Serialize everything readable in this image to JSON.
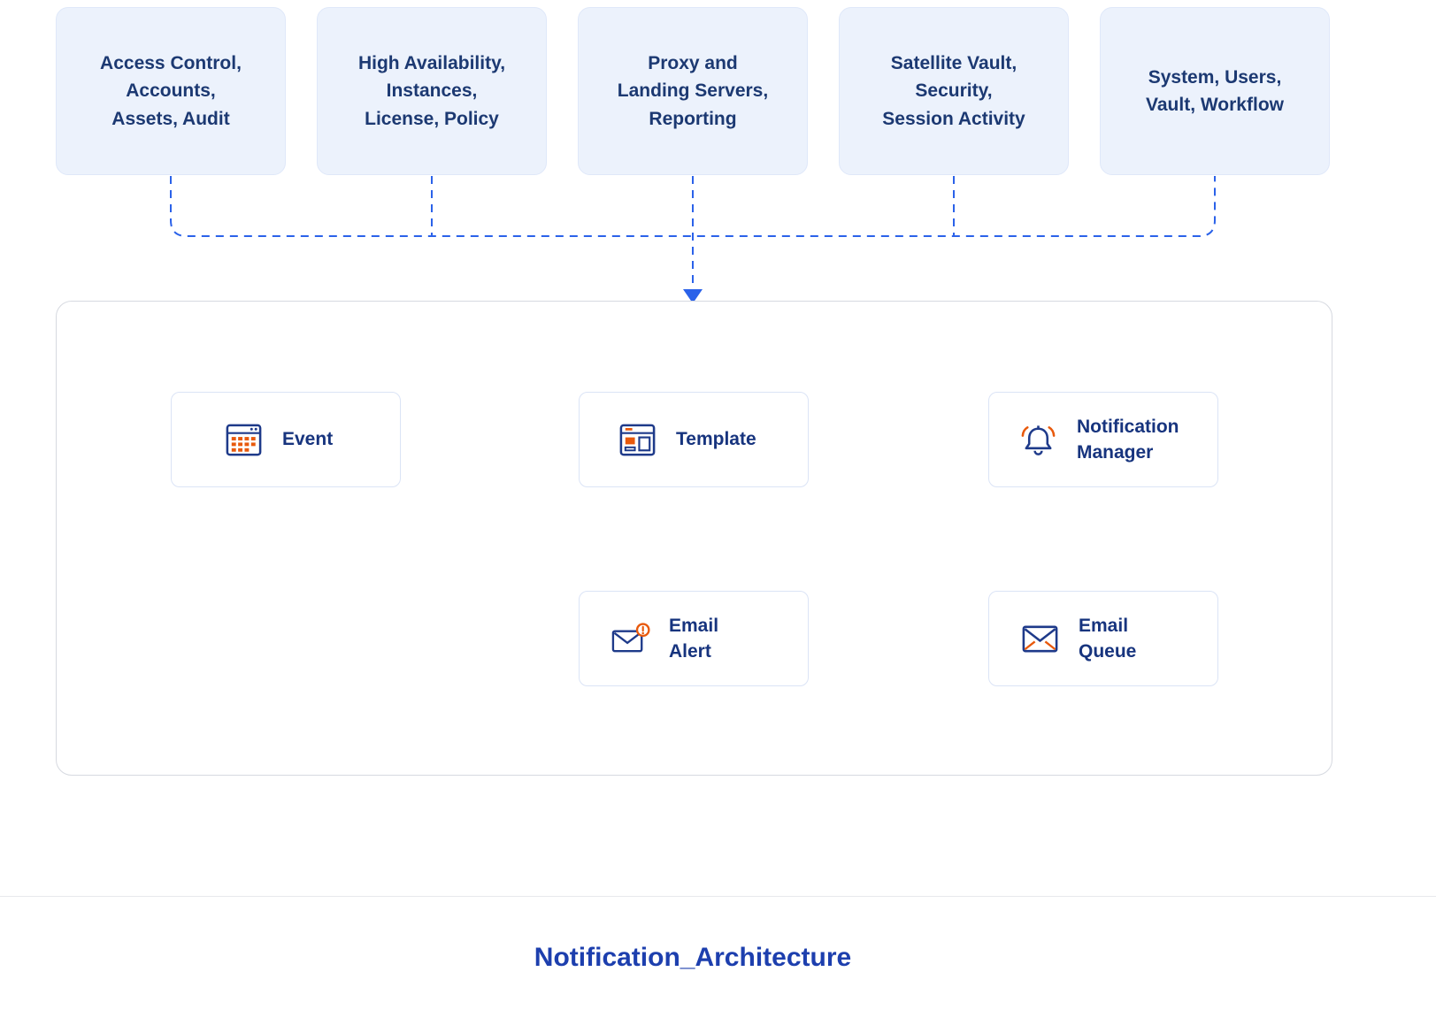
{
  "title": "Notification_Architecture",
  "colors": {
    "top_box_fill": "#ecf2fc",
    "top_label_text": "#1c3972",
    "node_label_text": "#17347e",
    "title_text": "#1d3fae",
    "connector_blue": "#2b62e9",
    "accent_orange": "#e8590c",
    "icon_navy": "#1e3a8a"
  },
  "top_boxes": [
    {
      "label": "Access Control,\nAccounts,\nAssets, Audit"
    },
    {
      "label": "High Availability,\nInstances,\nLicense, Policy"
    },
    {
      "label": "Proxy and\nLanding Servers,\nReporting"
    },
    {
      "label": "Satellite Vault,\nSecurity,\nSession Activity"
    },
    {
      "label": "System, Users,\nVault, Workflow"
    }
  ],
  "flow_nodes": [
    {
      "id": "event",
      "label": "Event",
      "icon": "calendar-grid-icon"
    },
    {
      "id": "template",
      "label": "Template",
      "icon": "template-window-icon"
    },
    {
      "id": "notification_manager",
      "label": "Notification\nManager",
      "icon": "bell-icon"
    },
    {
      "id": "email_alert",
      "label": "Email\nAlert",
      "icon": "email-alert-icon"
    },
    {
      "id": "email_queue",
      "label": "Email\nQueue",
      "icon": "email-queue-icon"
    }
  ],
  "connections": [
    {
      "from": "top_boxes",
      "to": "container",
      "style": "dashed"
    },
    {
      "from": "event",
      "to": "template",
      "style": "dashed-arrow"
    },
    {
      "from": "template",
      "to": "notification_manager",
      "style": "dashed-arrow"
    },
    {
      "from": "email_queue",
      "to": "email_alert",
      "style": "dashed-arrow"
    }
  ]
}
